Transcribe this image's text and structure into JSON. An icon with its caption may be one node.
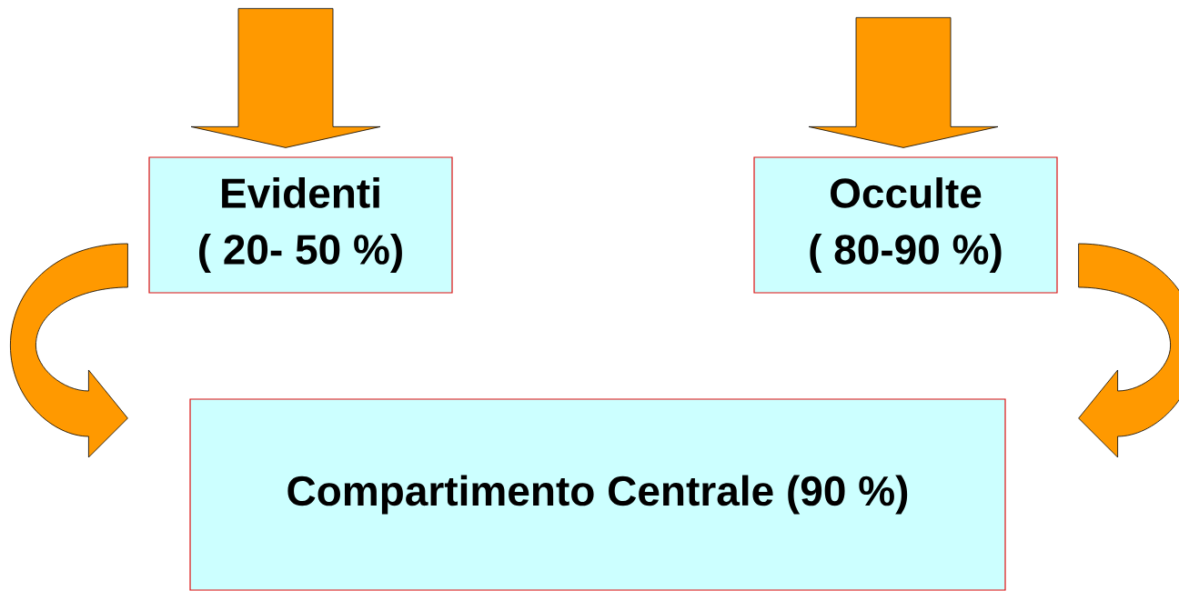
{
  "diagram": {
    "nodes": [
      {
        "text": [
          "Evidenti",
          "( 20- 50 %)"
        ]
      },
      {
        "text": [
          "Occulte",
          "( 80-90 %)"
        ]
      },
      {
        "text": [
          "Compartimento Centrale  (90 %)"
        ]
      }
    ],
    "edges": [
      {
        "from": null,
        "to": 0,
        "arrow": "to"
      },
      {
        "from": null,
        "to": 1,
        "arrow": "to"
      },
      {
        "from": 0,
        "to": 2,
        "arrow": "to"
      },
      {
        "from": 1,
        "to": 2,
        "arrow": "to"
      }
    ]
  }
}
